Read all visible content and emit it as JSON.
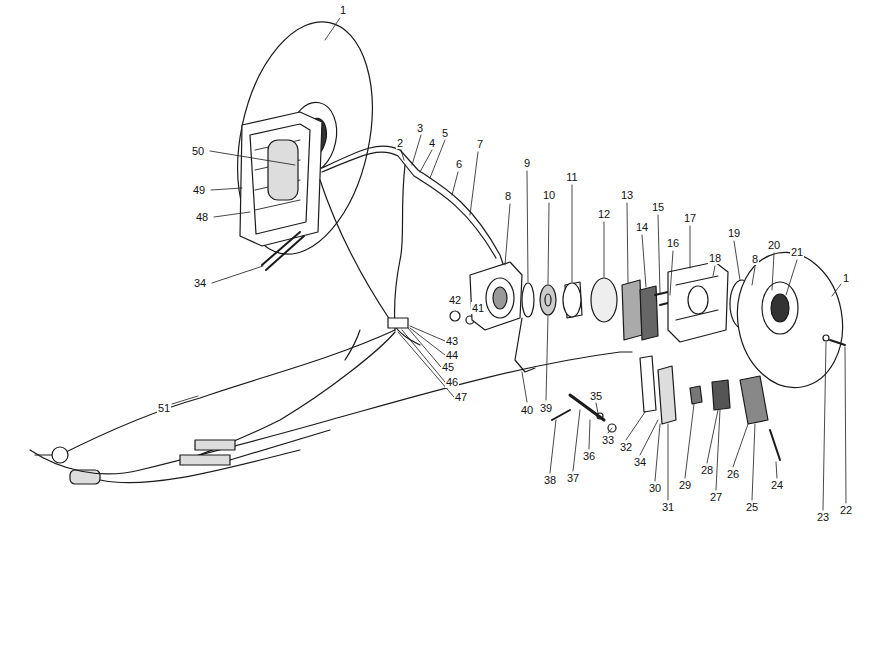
{
  "diagram": {
    "labels": [
      "1",
      "2",
      "3",
      "4",
      "5",
      "6",
      "7",
      "8",
      "9",
      "10",
      "11",
      "12",
      "13",
      "14",
      "15",
      "16",
      "17",
      "18",
      "19",
      "8",
      "20",
      "21",
      "1",
      "50",
      "49",
      "48",
      "34",
      "42",
      "41",
      "43",
      "44",
      "45",
      "46",
      "47",
      "51",
      "40",
      "39",
      "35",
      "33",
      "32",
      "34",
      "36",
      "37",
      "38",
      "30",
      "31",
      "29",
      "28",
      "27",
      "26",
      "25",
      "24",
      "23",
      "22"
    ]
  }
}
